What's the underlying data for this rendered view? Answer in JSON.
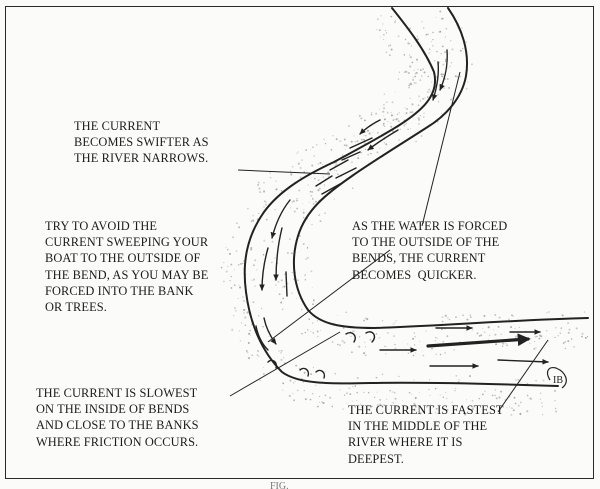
{
  "diagram": {
    "notes": {
      "narrows": "THE CURRENT\nBECOMES SWIFTER AS\nTHE RIVER NARROWS.",
      "avoid": "TRY TO AVOID THE\nCURRENT SWEEPING YOUR\nBOAT TO THE OUTSIDE OF\nTHE BEND, AS YOU MAY BE\nFORCED INTO THE BANK\nOR TREES.",
      "outside": "AS THE WATER IS FORCED\nTO THE OUTSIDE OF THE\nBENDS, THE CURRENT\nBECOMES  QUICKER.",
      "slowest": "THE CURRENT IS SLOWEST\nON THE INSIDE OF BENDS\nAND CLOSE TO THE BANKS\nWHERE FRICTION OCCURS.",
      "fastest": "THE CURRENT IS FASTEST\nIN THE MIDDLE OF THE\nRIVER WHERE IT IS\nDEEPEST."
    },
    "signature": "IB",
    "caption": "FIG."
  },
  "colors": {
    "ink": "#222222",
    "stipple": "#9a9a9a"
  }
}
